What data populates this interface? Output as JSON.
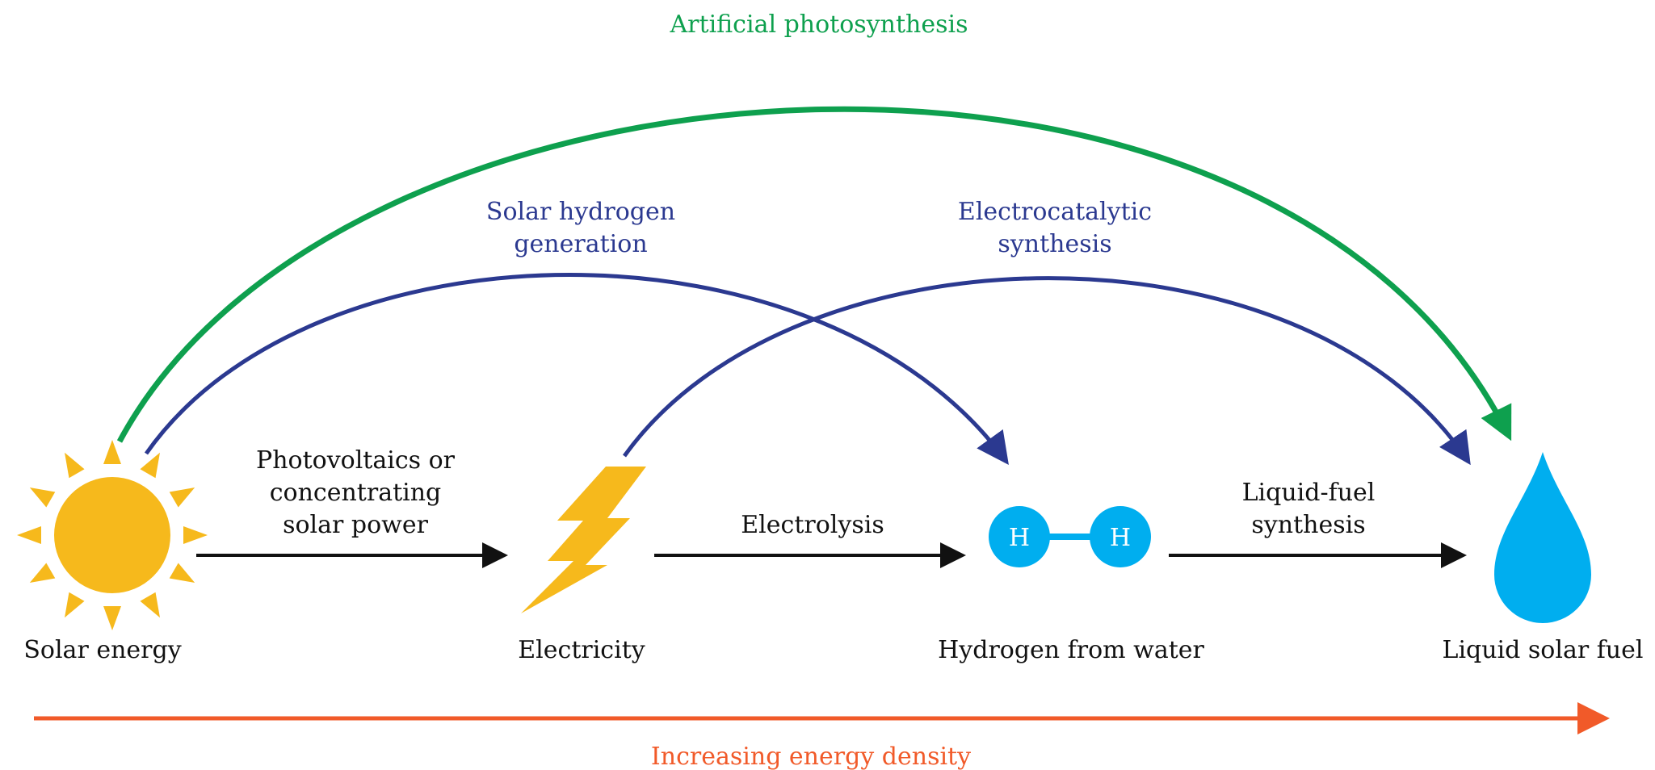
{
  "colors": {
    "green": "#0ea04e",
    "blue": "#2b3990",
    "orange": "#f15a29",
    "sun": "#f6b91c",
    "water": "#00aeef",
    "arrow": "#111111"
  },
  "top_arc": {
    "label": "Artificial photosynthesis"
  },
  "arc_solar_hydrogen": {
    "label_line1": "Solar hydrogen",
    "label_line2": "generation"
  },
  "arc_electrocatalytic": {
    "label_line1": "Electrocatalytic",
    "label_line2": "synthesis"
  },
  "step1": {
    "line1": "Photovoltaics or",
    "line2": "concentrating",
    "line3": "solar power"
  },
  "step2": {
    "line1": "Electrolysis"
  },
  "step3": {
    "line1": "Liquid-fuel",
    "line2": "synthesis"
  },
  "nodes": {
    "solar": "Solar energy",
    "electricity": "Electricity",
    "hydrogen": "Hydrogen from water",
    "fuel": "Liquid solar fuel"
  },
  "hydrogen_atom": "H",
  "bottom_axis": {
    "label": "Increasing energy density"
  },
  "icons": [
    "sun-icon",
    "lightning-bolt-icon",
    "hydrogen-molecule-icon",
    "water-drop-icon"
  ]
}
